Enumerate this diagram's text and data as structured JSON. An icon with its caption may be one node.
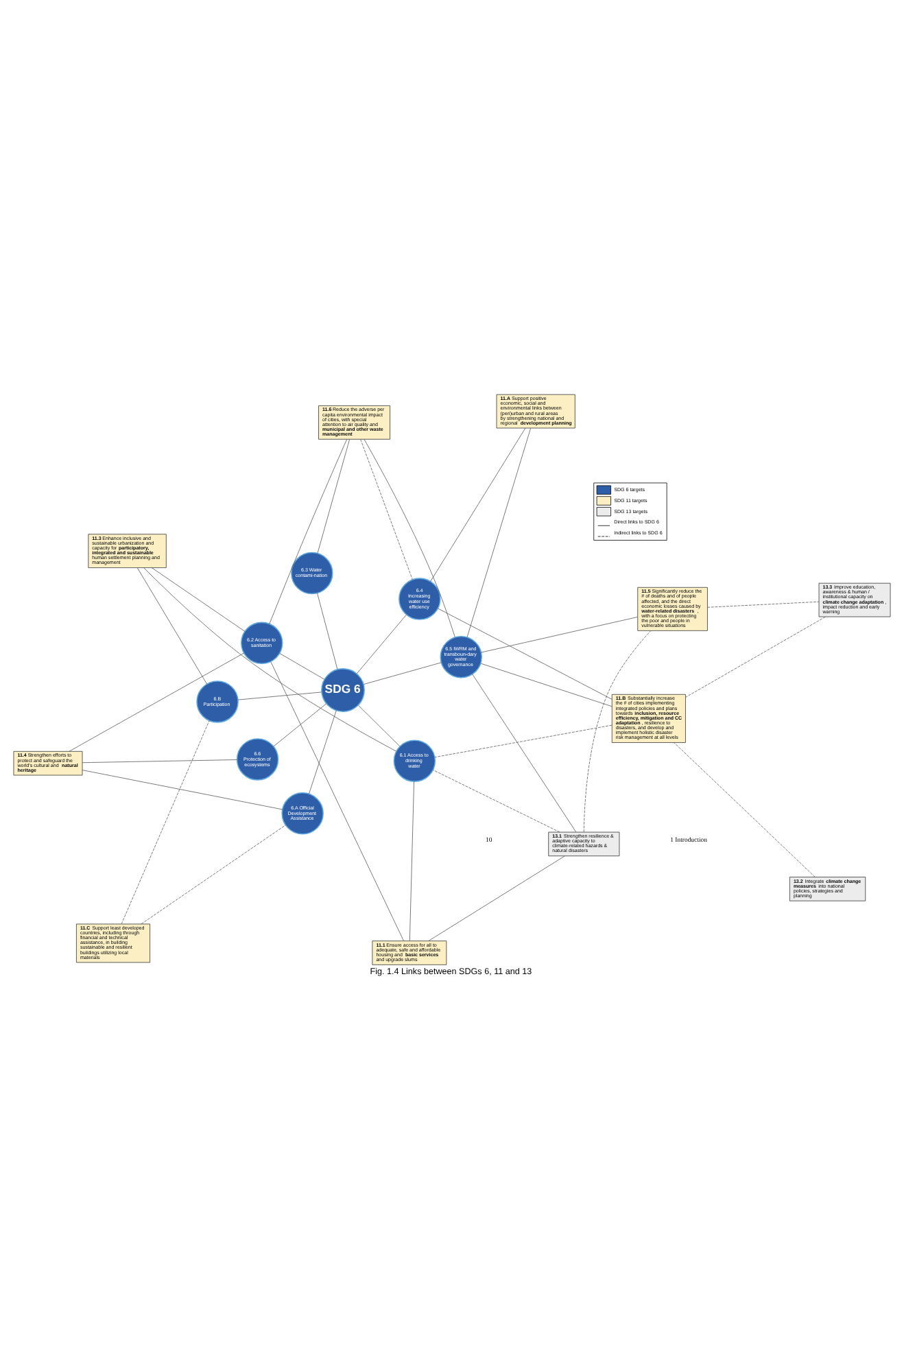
{
  "diagram": {
    "caption": "Fig. 1.4 Links between SDGs 6, 11 and 13",
    "nodes": [
      {
        "text": [
          "SDG 6"
        ]
      },
      {
        "text": [
          "6.1 Access to drinking water"
        ]
      },
      {
        "text": [
          "6.2 Access to sanitation"
        ]
      },
      {
        "text": [
          "6.3 Water contami-nation"
        ]
      },
      {
        "text": [
          "6.4 Increasing water use efficiency"
        ]
      },
      {
        "text": [
          "6.5 IWRM and transboun-dary water governance"
        ]
      },
      {
        "text": [
          "6.6 Protection of ecosystems"
        ]
      },
      {
        "text": [
          "6.A Official Development Assistance"
        ]
      },
      {
        "text": [
          "6.B Participation"
        ]
      },
      {
        "text": [
          "**11.1** Ensure access for all to adequate, safe and affordable housing and **basic services** and upgrade slums"
        ]
      },
      {
        "text": [
          "**13.1** Strengthen resilience & adaptive capacity to climate-related hazards & natural disasters"
        ]
      },
      {
        "text": [
          "**11.6** Reduce the adverse per capita environmental impact of cities, with special attention to air quality and **municipal and other waste management**"
        ]
      },
      {
        "text": [
          "**11.A** Support positive economic, social and environmental links between (peri)urban and rural areas by strengthening national and regional **development planning**"
        ]
      },
      {
        "text": [
          "**11.5** Significantly reduce the # of deaths and of people affected, and the direct economic losses caused by **water-related disasters**, with a focus on protecting the poor and people in vulnerable situations"
        ]
      },
      {
        "text": [
          "**13.3** Improve education, awareness & human / institutional capacity on **climate change adaptation**, impact reduction and early warning"
        ]
      },
      {
        "text": [
          "**11.B** Substantially increase the # of cities implementing integrated policies and plans towards **inclusion, resource efficiency, mitigation and CC adaptation**, resilience to disasters, and develop and implement holistic disaster risk management at all levels"
        ]
      },
      {
        "text": [
          "**13.2** Integrate **climate change measures** into national policies, strategies and planning"
        ]
      },
      {
        "text": [
          "**11.4** Strengthen efforts to protect and safeguard the world's cultural and **natural heritage**"
        ]
      },
      {
        "text": [
          "**11.C** Support least developed countries, including through financial and technical assistance, in building sustainable and resilient buildings utilizing local materials"
        ]
      },
      {
        "text": [
          "**11.3** Enhance inclusive and sustainable urbanization and capacity for **participatory, integrated and sustainable** human settlement planning and management"
        ]
      }
    ],
    "edges": [
      {
        "from": 0,
        "to": 1,
        "arrow": "none"
      },
      {
        "from": 0,
        "to": 2,
        "arrow": "none"
      },
      {
        "from": 0,
        "to": 3,
        "arrow": "none"
      },
      {
        "from": 0,
        "to": 4,
        "arrow": "none"
      },
      {
        "from": 0,
        "to": 5,
        "arrow": "none"
      },
      {
        "from": 0,
        "to": 6,
        "arrow": "none"
      },
      {
        "from": 0,
        "to": 7,
        "arrow": "none"
      },
      {
        "from": 0,
        "to": 8,
        "arrow": "none"
      },
      {
        "from": 9,
        "to": 1,
        "arrow": "none"
      },
      {
        "from": 9,
        "to": 2,
        "arrow": "none"
      },
      {
        "from": 10,
        "to": 9,
        "arrow": "none"
      },
      {
        "from": 10,
        "to": 5,
        "arrow": "none"
      },
      {
        "from": 10,
        "to": 1,
        "arrow": "none",
        "style": "dashed"
      },
      {
        "from": 10,
        "to": 13,
        "arrow": "none",
        "style": "dashed"
      },
      {
        "from": 11,
        "to": 2,
        "arrow": "none"
      },
      {
        "from": 11,
        "to": 3,
        "arrow": "none"
      },
      {
        "from": 11,
        "to": 5,
        "arrow": "none"
      },
      {
        "from": 11,
        "to": 4,
        "arrow": "none",
        "style": "dashed"
      },
      {
        "from": 12,
        "to": 4,
        "arrow": "none"
      },
      {
        "from": 12,
        "to": 5,
        "arrow": "none"
      },
      {
        "from": 13,
        "to": 5,
        "arrow": "none"
      },
      {
        "from": 13,
        "to": 14,
        "arrow": "none",
        "style": "dashed"
      },
      {
        "from": 14,
        "to": 15,
        "arrow": "none",
        "style": "dashed"
      },
      {
        "from": 15,
        "to": 5,
        "arrow": "none"
      },
      {
        "from": 15,
        "to": 4,
        "arrow": "none"
      },
      {
        "from": 15,
        "to": 1,
        "arrow": "none",
        "style": "dashed"
      },
      {
        "from": 16,
        "to": 15,
        "arrow": "none",
        "style": "dashed"
      },
      {
        "from": 17,
        "to": 6,
        "arrow": "none"
      },
      {
        "from": 17,
        "to": 7,
        "arrow": "none"
      },
      {
        "from": 17,
        "to": 2,
        "arrow": "none"
      },
      {
        "from": 18,
        "to": 8,
        "arrow": "none",
        "style": "dashed"
      },
      {
        "from": 18,
        "to": 7,
        "arrow": "none",
        "style": "dashed"
      },
      {
        "from": 19,
        "to": 8,
        "arrow": "none"
      },
      {
        "from": 19,
        "to": 1,
        "arrow": "none"
      },
      {
        "from": 19,
        "to": 2,
        "arrow": "none"
      }
    ],
    "labels": [
      "10",
      "1 Introduction"
    ],
    "legend": [
      {
        "text": "SDG 6 targets",
        "color": "#2f5ea8"
      },
      {
        "text": "SDG 11 targets",
        "color": "#fcefc4"
      },
      {
        "text": "SDG 13 targets",
        "color": "#ececec"
      },
      {
        "text": "Direct links to SDG 6"
      },
      {
        "text": "Indirect links to SDG 6"
      }
    ]
  }
}
